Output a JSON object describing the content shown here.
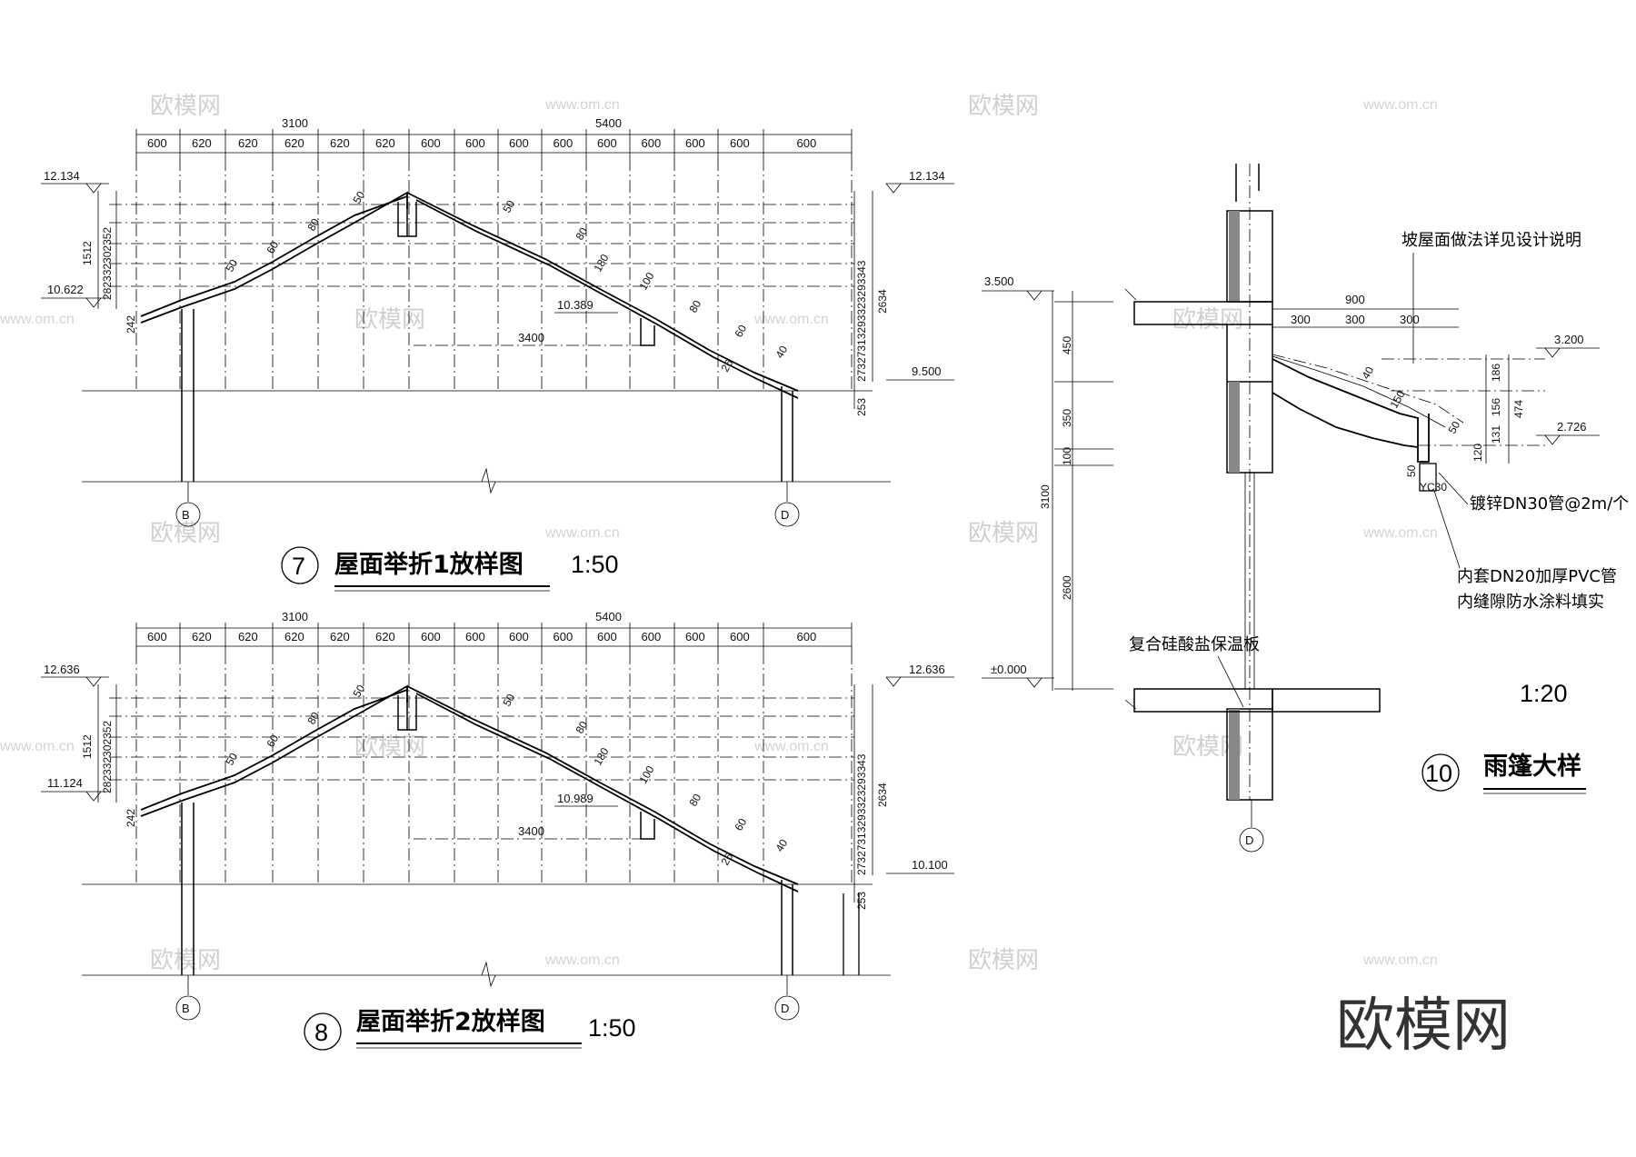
{
  "watermark": {
    "text": "欧模网",
    "url": "www.om.cn",
    "corner": "欧模网"
  },
  "drawing7": {
    "number": "7",
    "title": "屋面举折1放样图",
    "scale": "1:50",
    "top_dims": [
      "3100",
      "5400"
    ],
    "sub_dims": [
      "600",
      "620",
      "620",
      "620",
      "620",
      "620",
      "600",
      "600",
      "600",
      "600",
      "600",
      "600",
      "600",
      "600",
      "600"
    ],
    "levels": {
      "top_left": "12.134",
      "top_right": "12.134",
      "left_eave": "10.622",
      "mid": "10.389",
      "right_eave": "9.500"
    },
    "left_dims": {
      "total": "1512",
      "parts": "282332302352",
      "bottom": "242"
    },
    "right_dims": {
      "total": "2634",
      "parts": "27327313293323293343",
      "bottom": "253"
    },
    "span": "3400",
    "slope_labels": [
      "50",
      "60",
      "80",
      "50",
      "50",
      "80",
      "180",
      "100",
      "80",
      "60",
      "40",
      "26"
    ],
    "axes": [
      "B",
      "D"
    ]
  },
  "drawing8": {
    "number": "8",
    "title": "屋面举折2放样图",
    "scale": "1:50",
    "top_dims": [
      "3100",
      "5400"
    ],
    "sub_dims": [
      "600",
      "620",
      "620",
      "620",
      "620",
      "620",
      "600",
      "600",
      "600",
      "600",
      "600",
      "600",
      "600",
      "600",
      "600"
    ],
    "levels": {
      "top_left": "12.636",
      "top_right": "12.636",
      "left_eave": "11.124",
      "mid": "10.989",
      "right_eave": "10.100"
    },
    "left_dims": {
      "total": "1512",
      "parts": "282332302352",
      "bottom": "242"
    },
    "right_dims": {
      "total": "2634",
      "parts": "27327313293323293343",
      "bottom": "253"
    },
    "span": "3400",
    "slope_labels": [
      "50",
      "60",
      "80",
      "50",
      "50",
      "80",
      "180",
      "100",
      "80",
      "60",
      "40",
      "26"
    ],
    "axes": [
      "B",
      "D"
    ]
  },
  "drawing10": {
    "number": "10",
    "title": "雨篷大样",
    "scale": "1:20",
    "levels": {
      "top": "3.500",
      "zero": "±0.000",
      "right_top": "3.200",
      "right_low": "2.726"
    },
    "left_dims": [
      "450",
      "350",
      "100",
      "2600"
    ],
    "left_total": "3100",
    "top_dims": {
      "total": "900",
      "parts": [
        "300",
        "300",
        "300"
      ]
    },
    "right_dims": [
      "186",
      "156",
      "131",
      "474",
      "120",
      "50"
    ],
    "inner_labels": [
      "40",
      "150",
      "50",
      "50"
    ],
    "notes": {
      "roof": "坡屋面做法详见设计说明",
      "pipe": "镀锌DN30管@2m/个",
      "pvc1": "内套DN20加厚PVC管",
      "pvc2": "内缝隙防水涂料填实",
      "insulation": "复合硅酸盐保温板",
      "small": "YC30"
    },
    "axis": "D"
  }
}
